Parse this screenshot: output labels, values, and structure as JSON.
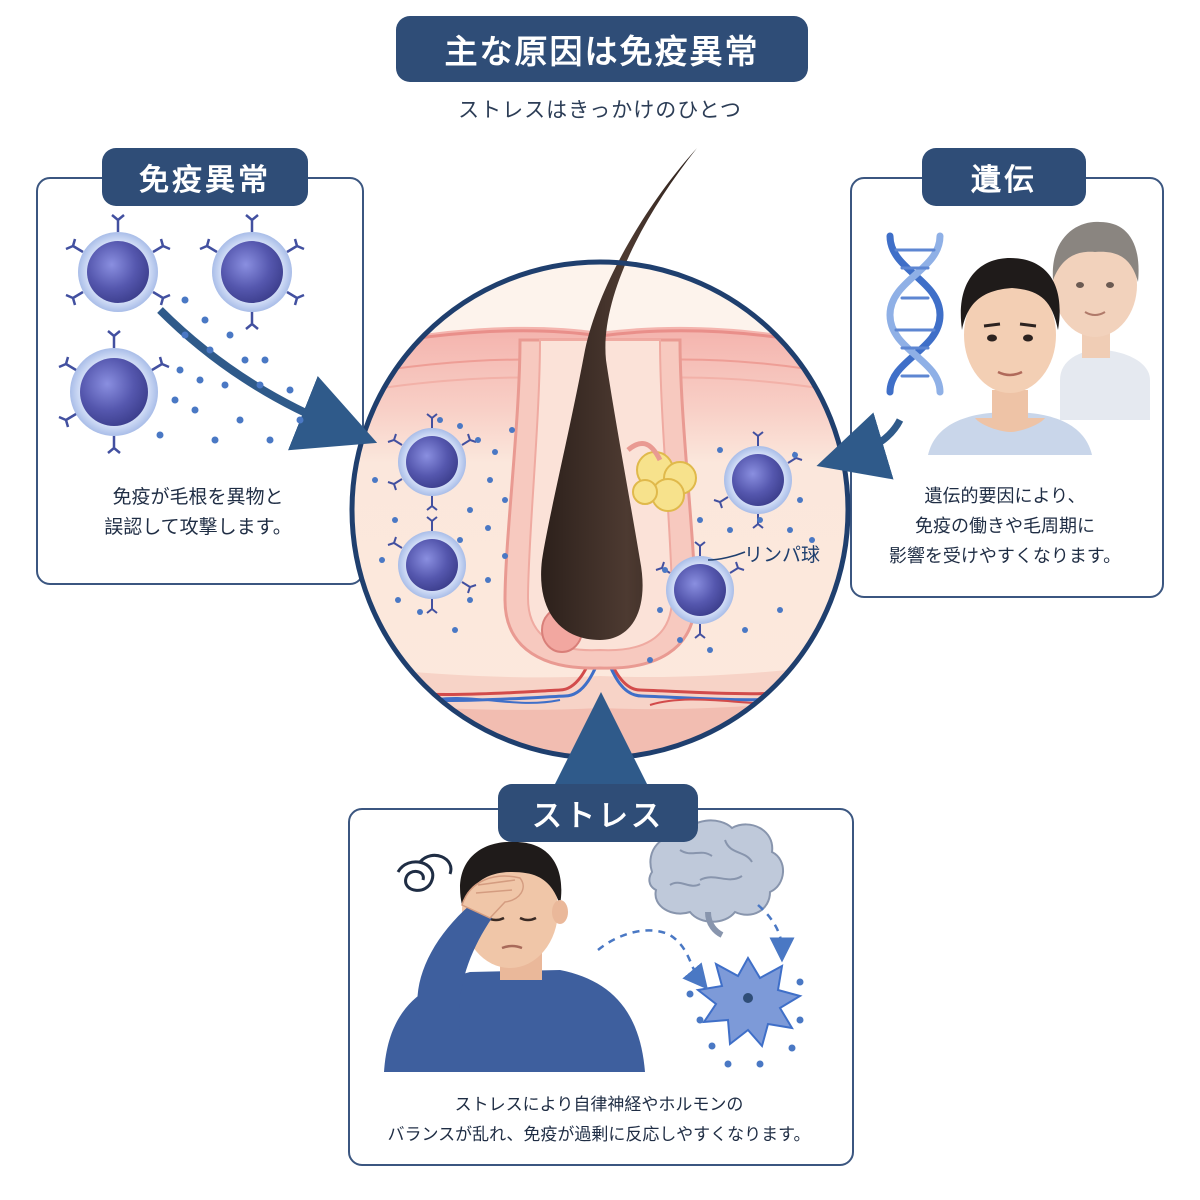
{
  "header": {
    "title": "主な原因は免疫異常",
    "subtitle": "ストレスはきっかけのひとつ"
  },
  "panels": {
    "immune": {
      "label": "免疫異常",
      "desc": [
        "免疫が毛根を異物と",
        "誤認して攻撃します。"
      ]
    },
    "genetics": {
      "label": "遺伝",
      "desc": [
        "遺伝的要因により、",
        "免疫の働きや毛周期に",
        "影響を受けやすくなります。"
      ]
    },
    "stress": {
      "label": "ストレス",
      "desc": [
        "ストレスにより自律神経やホルモンの",
        "バランスが乱れ、免疫が過剰に反応しやすくなります。"
      ]
    }
  },
  "center": {
    "lymph_label": "リンパ球"
  },
  "icons": {
    "immune_cells": "lymphocyte-icon",
    "dna": "dna-helix-icon",
    "men": "family-men-icon",
    "stressed_man": "stressed-man-icon",
    "brain": "brain-icon",
    "burst": "stress-burst-icon"
  },
  "colors": {
    "navy": "#2f4d77",
    "panel_border": "#3b5680",
    "cell": "#5d5fb4",
    "dot": "#4a78c4",
    "skin": "#fbe4d8",
    "hair": "#3a2a24"
  }
}
